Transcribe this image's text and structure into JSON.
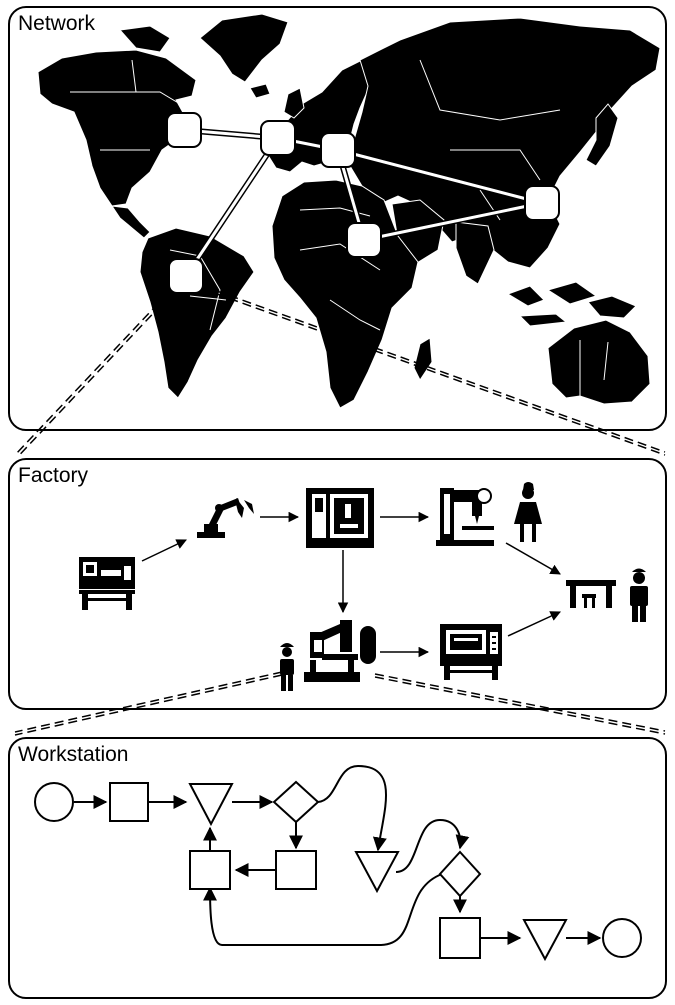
{
  "panels": {
    "network": {
      "title": "Network"
    },
    "factory": {
      "title": "Factory"
    },
    "workstation": {
      "title": "Workstation"
    }
  },
  "colors": {
    "ink": "#000000",
    "paper": "#ffffff",
    "border": "#000000"
  },
  "icons": {
    "network_nodes": [
      "node-north-america",
      "node-atlantic",
      "node-europe",
      "node-africa",
      "node-asia",
      "node-south-america"
    ],
    "factory": [
      "lathe-icon",
      "robot-arm-icon",
      "cnc-mill-icon",
      "drill-press-icon",
      "worker-woman-icon",
      "table-icon",
      "worker-man-icon",
      "3d-printer-icon",
      "cnc-machine-icon",
      "worker-helmet-icon"
    ],
    "workstation": [
      "start-circle",
      "process-square",
      "inventory-triangle",
      "decision-diamond",
      "end-circle"
    ]
  }
}
